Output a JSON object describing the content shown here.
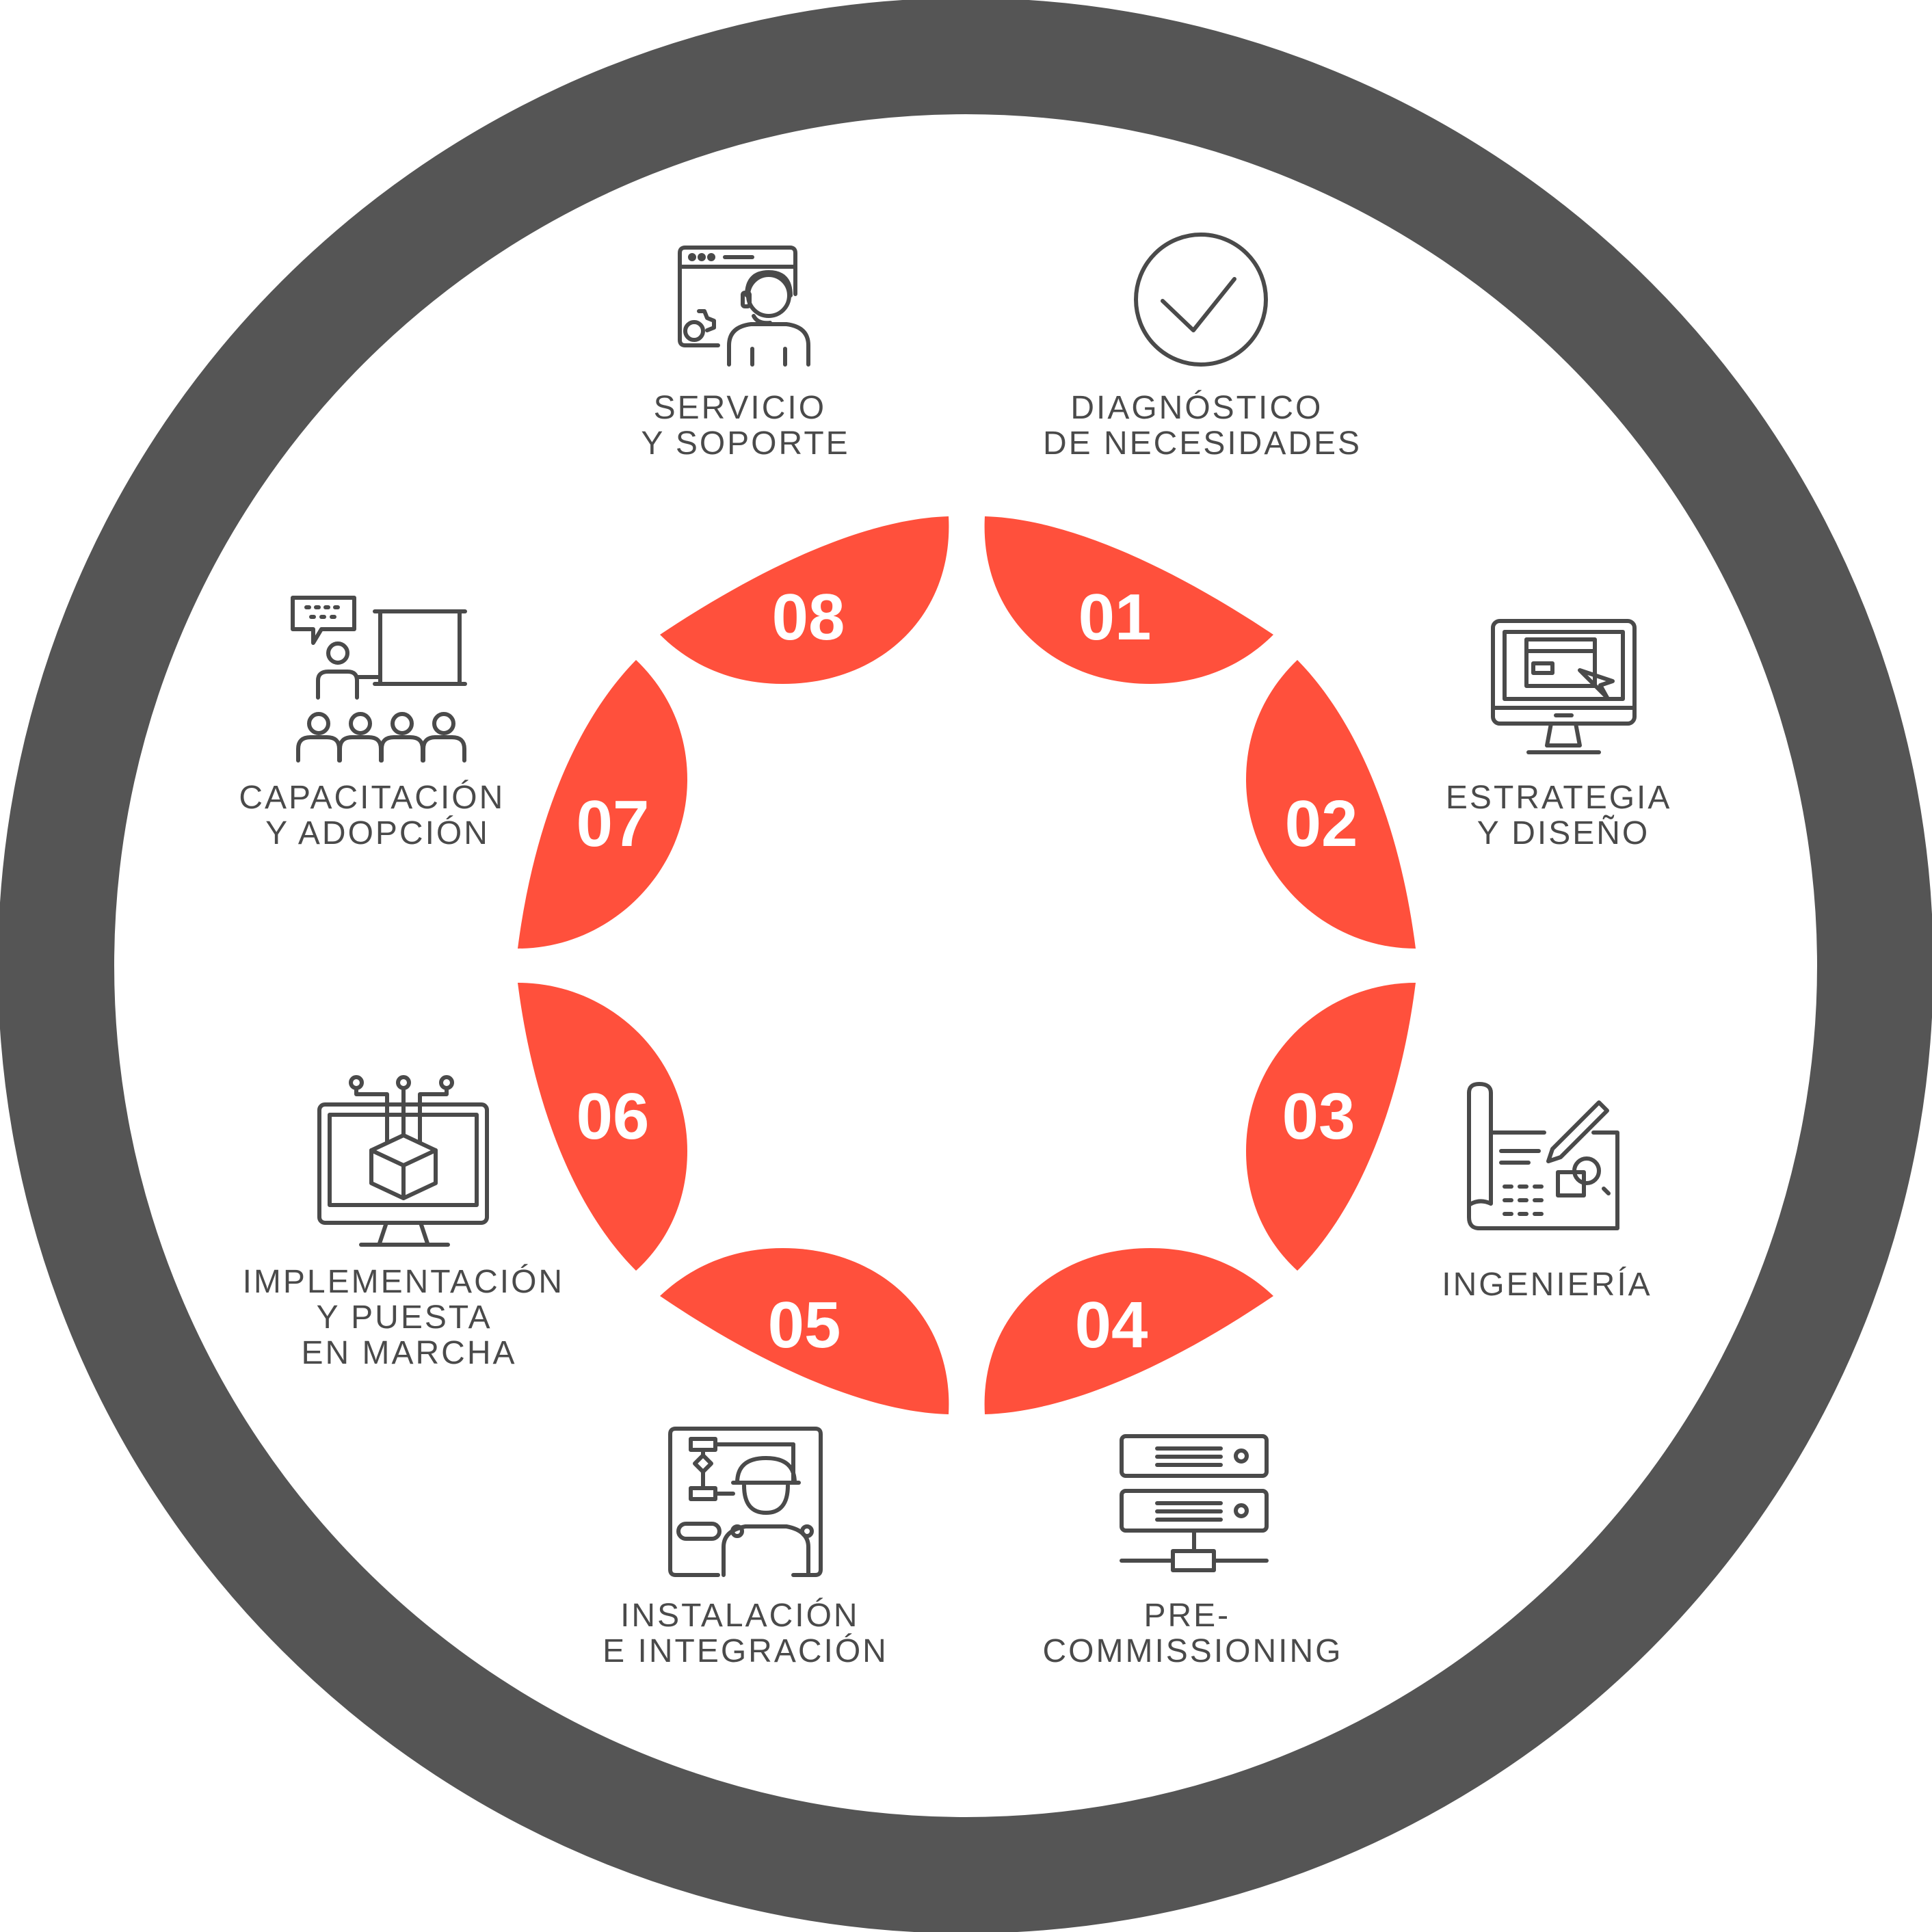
{
  "title": "CONTROL DE CALIDAD",
  "colors": {
    "ring": "#555555",
    "accent": "#ff503c",
    "text": "#4a4a4a",
    "number": "#ffffff"
  },
  "steps": [
    {
      "number": "01",
      "line1": "DIAGNÓSTICO",
      "line2": "DE NECESIDADES",
      "line3": "",
      "icon": "check-circle-icon"
    },
    {
      "number": "02",
      "line1": "ESTRATEGIA",
      "line2": "Y DISEÑO",
      "line3": "",
      "icon": "monitor-design-icon"
    },
    {
      "number": "03",
      "line1": "INGENIERÍA",
      "line2": "",
      "line3": "",
      "icon": "blueprint-pencil-icon"
    },
    {
      "number": "04",
      "line1": "PRE-",
      "line2": "COMMISSIONING",
      "line3": "",
      "icon": "server-network-icon"
    },
    {
      "number": "05",
      "line1": "INSTALACIÓN",
      "line2": "E INTEGRACIÓN",
      "line3": "",
      "icon": "engineer-board-icon"
    },
    {
      "number": "06",
      "line1": "IMPLEMENTACIÓN",
      "line2": "Y PUESTA",
      "line3": "EN MARCHA",
      "icon": "monitor-cube-icon"
    },
    {
      "number": "07",
      "line1": "CAPACITACIÓN",
      "line2": "Y ADOPCIÓN",
      "line3": "",
      "icon": "training-audience-icon"
    },
    {
      "number": "08",
      "line1": "SERVICIO",
      "line2": "Y SOPORTE",
      "line3": "",
      "icon": "support-agent-icon"
    }
  ]
}
